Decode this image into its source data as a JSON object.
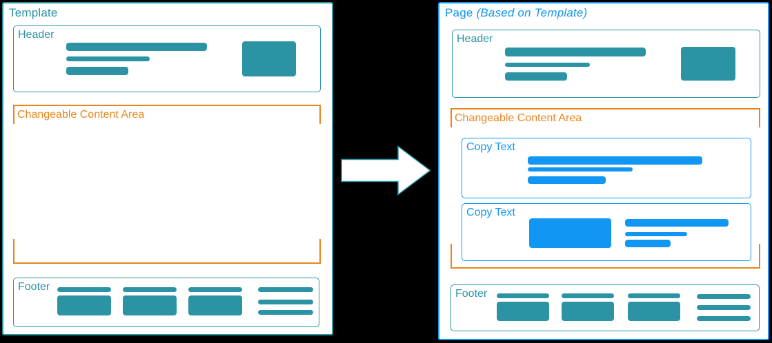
{
  "colors": {
    "teal": "#2B93A4",
    "orange": "#E8861D",
    "blue": "#1197F3",
    "panel_bg": "#FFFFFF",
    "background": "#000000"
  },
  "template_panel": {
    "title": "Template",
    "header": {
      "label": "Header"
    },
    "content_area": {
      "label": "Changeable Content Area"
    },
    "footer": {
      "label": "Footer"
    }
  },
  "page_panel": {
    "title_prefix": "Page ",
    "title_italic": "(Based on Template)",
    "header": {
      "label": "Header"
    },
    "content_area": {
      "label": "Changeable Content Area",
      "copy_blocks": [
        {
          "label": "Copy Text"
        },
        {
          "label": "Copy Text"
        }
      ]
    },
    "footer": {
      "label": "Footer"
    }
  },
  "arrow_icon": "right-arrow"
}
